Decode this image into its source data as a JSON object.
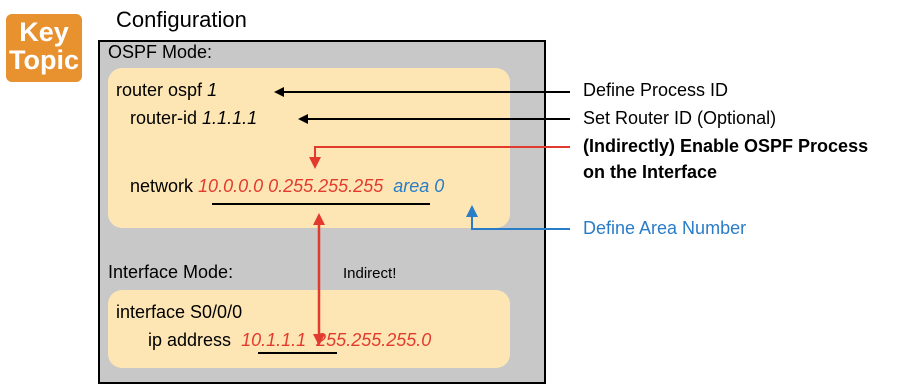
{
  "badge": {
    "line1": "Key",
    "line2": "Topic"
  },
  "title": "Configuration",
  "ospf_mode": {
    "label": "OSPF Mode:",
    "line1_cmd": "router ospf",
    "line1_arg": "1",
    "line2_cmd": "router-id",
    "line2_arg": "1.1.1.1",
    "line3_cmd": "network",
    "line3_addr": "10.0.0.0 0.255.255.255",
    "line3_area": "area 0"
  },
  "interface_mode": {
    "label": "Interface Mode:",
    "indirect": "Indirect!",
    "line1": "interface S0/0/0",
    "line2_cmd": "ip address",
    "line2_addr": "10.1.1.1",
    "line2_mask": "255.255.255.0"
  },
  "annotations": {
    "process_id": "Define Process ID",
    "router_id": "Set Router ID (Optional)",
    "enable_line1": "(Indirectly) Enable OSPF Process",
    "enable_line2": "on the Interface",
    "area_number": "Define Area Number"
  },
  "colors": {
    "red": "#e23b2e",
    "blue": "#2a7cc7",
    "orange": "#e8912f",
    "panel": "#fde6b4",
    "box": "#c8c8c8"
  }
}
